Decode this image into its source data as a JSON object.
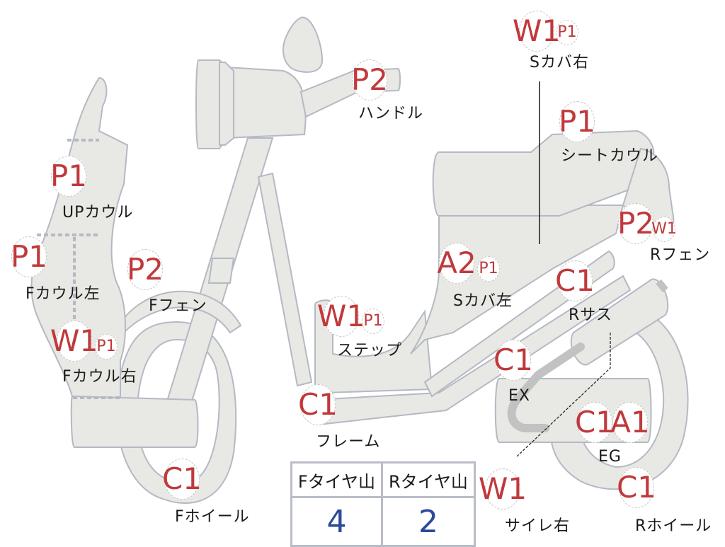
{
  "diagram": {
    "subject": "scooter damage map",
    "colors": {
      "part_fill": "#e8e8e4",
      "part_stroke": "#b4b9c3",
      "grade_text": "#c0393b",
      "value_text": "#2c4a9a",
      "table_border": "#b9bdc6"
    }
  },
  "parts": [
    {
      "id": "s-cover-right",
      "label": "Sカバ右",
      "grades": [
        "W1",
        "P1"
      ]
    },
    {
      "id": "handle",
      "label": "ハンドル",
      "grades": [
        "P2"
      ]
    },
    {
      "id": "seat-cowl",
      "label": "シートカウル",
      "grades": [
        "P1"
      ]
    },
    {
      "id": "up-cowl",
      "label": "UPカウル",
      "grades": [
        "P1"
      ]
    },
    {
      "id": "f-cowl-left",
      "label": "Fカウル左",
      "grades": [
        "P1"
      ]
    },
    {
      "id": "f-fender",
      "label": "Fフェン",
      "grades": [
        "P2"
      ]
    },
    {
      "id": "r-fender",
      "label": "Rフェン",
      "grades": [
        "P2",
        "W1"
      ]
    },
    {
      "id": "s-cover-left",
      "label": "Sカバ左",
      "grades": [
        "A2",
        "P1"
      ]
    },
    {
      "id": "r-sus",
      "label": "Rサス",
      "grades": [
        "C1"
      ]
    },
    {
      "id": "step",
      "label": "ステップ",
      "grades": [
        "W1",
        "P1"
      ]
    },
    {
      "id": "f-cowl-right",
      "label": "Fカウル右",
      "grades": [
        "W1",
        "P1"
      ]
    },
    {
      "id": "ex",
      "label": "EX",
      "grades": [
        "C1"
      ]
    },
    {
      "id": "frame",
      "label": "フレーム",
      "grades": [
        "C1"
      ]
    },
    {
      "id": "eg",
      "label": "EG",
      "grades": [
        "C1",
        "A1"
      ]
    },
    {
      "id": "f-wheel",
      "label": "Fホイール",
      "grades": [
        "C1"
      ]
    },
    {
      "id": "silencer-right",
      "label": "サイレ右",
      "grades": [
        "W1"
      ]
    },
    {
      "id": "r-wheel",
      "label": "Rホイール",
      "grades": [
        "C1"
      ]
    }
  ],
  "tread_table": {
    "headers": [
      "Fタイヤ山",
      "Rタイヤ山"
    ],
    "values": [
      "4",
      "2"
    ]
  }
}
